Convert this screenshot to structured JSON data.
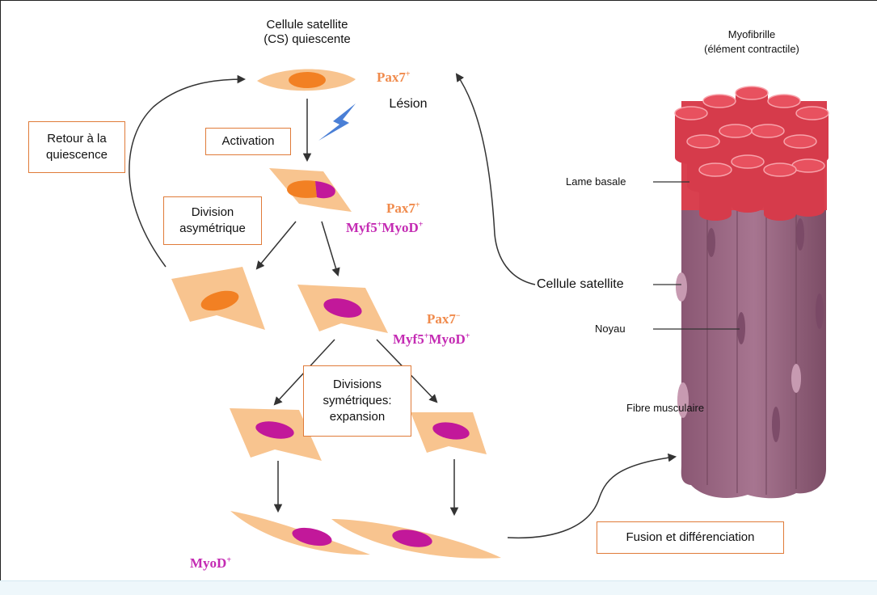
{
  "labels": {
    "cs_quiescente": "Cellule satellite\n(CS) quiescente",
    "lesion": "Lésion",
    "myofibrille": "Myofibrille\n(élément contractile)",
    "lame_basale": "Lame basale",
    "cellule_satellite": "Cellule satellite",
    "noyau": "Noyau",
    "fibre_musculaire": "Fibre musculaire"
  },
  "boxes": {
    "retour": "Retour à la\nquiescence",
    "activation": "Activation",
    "division_asym": "Division\nasymétrique",
    "divisions_sym": "Divisions\nsymétriques:\nexpansion",
    "fusion": "Fusion et différenciation"
  },
  "genes": {
    "pax7_1": "Pax7",
    "pax7_1_sup": "+",
    "pax7_2": "Pax7",
    "pax7_2_sup": "+",
    "myf5_1": "Myf5",
    "myf5_1_sup": "+",
    "myod_1": "MyoD",
    "myod_1_sup": "+",
    "pax7_3": "Pax7",
    "pax7_3_sup": "−",
    "myf5_2": "Myf5",
    "myf5_2_sup": "+",
    "myod_2": "MyoD",
    "myod_2_sup": "+",
    "myod_3": "MyoD",
    "myod_3_sup": "+"
  },
  "colors": {
    "cell_body": "#f8c48f",
    "nucleus_quiescent": "#f28023",
    "nucleus_activated": "#c2189a",
    "fiber_body": "#9a6680",
    "fiber_top": "#e8515f",
    "box_border": "#e07b39",
    "lightning": "#4a7fd6"
  }
}
